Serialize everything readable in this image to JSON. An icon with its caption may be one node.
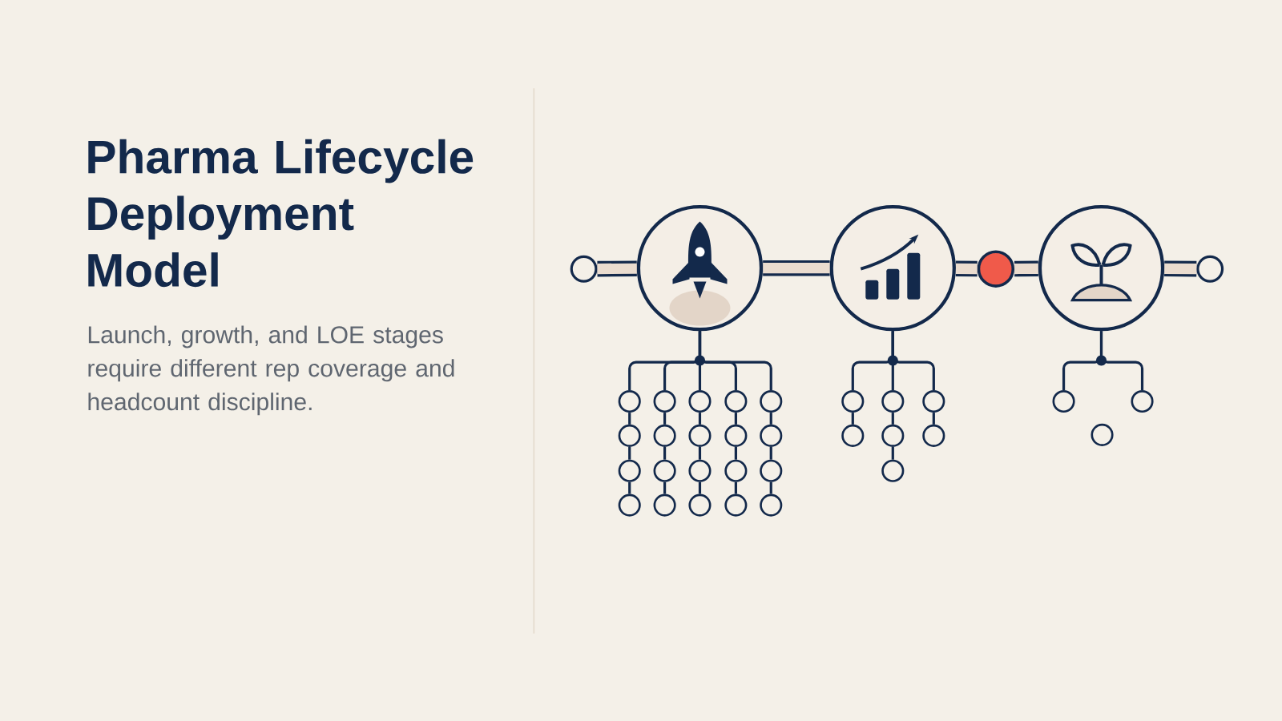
{
  "diagram": {
    "title": "Pharma Lifecycle Deployment Model",
    "nodes": [
      {
        "text": [],
        "shape": "circle"
      },
      {
        "text": [],
        "shape": "circle"
      },
      {
        "text": [],
        "shape": "circle"
      },
      {
        "text": [],
        "shape": "circle"
      },
      {
        "text": [],
        "shape": "circle"
      },
      {
        "text": [],
        "shape": "circle"
      },
      {
        "text": [],
        "shape": "circle"
      },
      {
        "text": [],
        "shape": "circle"
      },
      {
        "text": [],
        "shape": "circle"
      },
      {
        "text": [],
        "shape": "circle"
      },
      {
        "text": [],
        "shape": "circle"
      },
      {
        "text": [],
        "shape": "circle"
      },
      {
        "text": [],
        "shape": "circle"
      },
      {
        "text": [],
        "shape": "circle"
      },
      {
        "text": [],
        "shape": "circle"
      },
      {
        "text": [],
        "shape": "circle"
      },
      {
        "text": [],
        "shape": "circle"
      },
      {
        "text": [],
        "shape": "circle"
      },
      {
        "text": [],
        "shape": "circle"
      },
      {
        "text": [],
        "shape": "circle"
      },
      {
        "text": [],
        "shape": "circle"
      },
      {
        "text": [],
        "shape": "circle"
      },
      {
        "text": [],
        "shape": "circle"
      },
      {
        "text": [],
        "shape": "circle"
      },
      {
        "text": [],
        "shape": "circle"
      },
      {
        "text": [],
        "shape": "circle"
      },
      {
        "text": [],
        "shape": "circle"
      },
      {
        "text": [],
        "shape": "circle"
      },
      {
        "text": [],
        "shape": "circle"
      },
      {
        "text": [],
        "shape": "circle"
      },
      {
        "text": [],
        "shape": "circle"
      },
      {
        "text": [],
        "shape": "circle"
      },
      {
        "text": [],
        "shape": "circle"
      },
      {
        "text": [],
        "shape": "circle"
      },
      {
        "text": [],
        "shape": "circle"
      },
      {
        "text": [],
        "shape": "circle"
      }
    ],
    "edges": [
      {
        "from": 0,
        "to": 1,
        "arrow": "none",
        "style": "thick"
      },
      {
        "from": 1,
        "to": 2,
        "arrow": "none",
        "style": "thick"
      },
      {
        "from": 2,
        "to": 3,
        "arrow": "none",
        "style": "thick"
      },
      {
        "from": 3,
        "to": 4,
        "arrow": "none",
        "style": "thick"
      },
      {
        "from": 4,
        "to": 5,
        "arrow": "none",
        "style": "thick"
      },
      {
        "from": 1,
        "to": 6,
        "arrow": "none"
      },
      {
        "from": 1,
        "to": 10,
        "arrow": "none"
      },
      {
        "from": 1,
        "to": 14,
        "arrow": "none"
      },
      {
        "from": 1,
        "to": 18,
        "arrow": "none"
      },
      {
        "from": 1,
        "to": 22,
        "arrow": "none"
      },
      {
        "from": 6,
        "to": 7,
        "arrow": "none"
      },
      {
        "from": 7,
        "to": 8,
        "arrow": "none"
      },
      {
        "from": 8,
        "to": 9,
        "arrow": "none"
      },
      {
        "from": 10,
        "to": 11,
        "arrow": "none"
      },
      {
        "from": 11,
        "to": 12,
        "arrow": "none"
      },
      {
        "from": 12,
        "to": 13,
        "arrow": "none"
      },
      {
        "from": 14,
        "to": 15,
        "arrow": "none"
      },
      {
        "from": 15,
        "to": 16,
        "arrow": "none"
      },
      {
        "from": 16,
        "to": 17,
        "arrow": "none"
      },
      {
        "from": 18,
        "to": 19,
        "arrow": "none"
      },
      {
        "from": 19,
        "to": 20,
        "arrow": "none"
      },
      {
        "from": 20,
        "to": 21,
        "arrow": "none"
      },
      {
        "from": 22,
        "to": 23,
        "arrow": "none"
      },
      {
        "from": 23,
        "to": 24,
        "arrow": "none"
      },
      {
        "from": 24,
        "to": 25,
        "arrow": "none"
      },
      {
        "from": 2,
        "to": 26,
        "arrow": "none"
      },
      {
        "from": 2,
        "to": 28,
        "arrow": "none"
      },
      {
        "from": 2,
        "to": 31,
        "arrow": "none"
      },
      {
        "from": 26,
        "to": 27,
        "arrow": "none"
      },
      {
        "from": 28,
        "to": 29,
        "arrow": "none"
      },
      {
        "from": 29,
        "to": 30,
        "arrow": "none"
      },
      {
        "from": 31,
        "to": 32,
        "arrow": "none"
      },
      {
        "from": 4,
        "to": 33,
        "arrow": "none"
      },
      {
        "from": 4,
        "to": 34,
        "arrow": "none"
      }
    ],
    "labels": [
      "Launch, growth, and LOE stages require different rep coverage and headcount discipline."
    ]
  }
}
